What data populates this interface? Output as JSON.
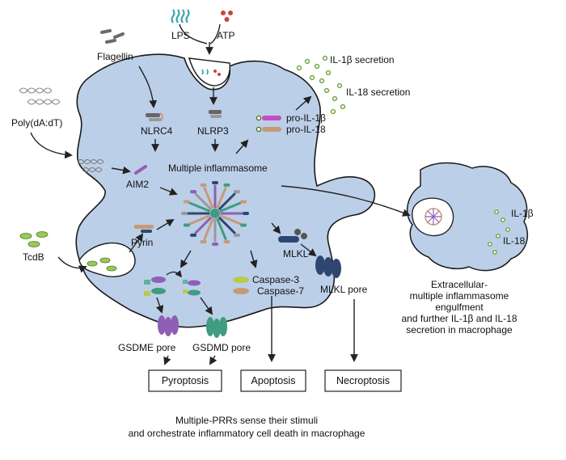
{
  "colors": {
    "cell_fill": "#bccfe8",
    "cell_stroke": "#1a1a1a",
    "vesicle_fill": "#ffffff",
    "green_particle": "#9ac85a",
    "atp_red": "#c8453a",
    "lps_teal": "#3aa6a6",
    "flagellin_gray": "#6b6b6b",
    "purple": "#8e5fb5",
    "tan": "#c79a76",
    "dark_blue": "#2f4770",
    "teal_green": "#3f9c80"
  },
  "stimuli": {
    "lps": "LPS",
    "atp": "ATP",
    "flagellin": "Flagellin",
    "poly_da_dt": "Poly(dA:dT)",
    "tcdb": "TcdB"
  },
  "sensors": {
    "nlrc4": "NLRC4",
    "nlrp3": "NLRP3",
    "aim2": "AIM2",
    "pyrin": "Pyrin"
  },
  "center": {
    "multiple_inflammasome": "Multiple inflammasome"
  },
  "cytokines": {
    "pro_il1b": "pro-IL-1β",
    "pro_il18": "pro-IL-18",
    "il1b_secretion": "IL-1β secretion",
    "il18_secretion": "IL-18 secretion"
  },
  "effectors": {
    "mlkl": "MLKL",
    "mlkl_pore": "MLKL pore",
    "caspase3": "Caspase-3",
    "caspase7": "Caspase-7",
    "gsdme_pore": "GSDME pore",
    "gsdmd_pore": "GSDMD pore"
  },
  "outcomes": {
    "pyroptosis": "Pyroptosis",
    "apoptosis": "Apoptosis",
    "necroptosis": "Necroptosis"
  },
  "second_cell": {
    "il1b": "IL-1β",
    "il18": "IL-18",
    "caption_lines": [
      "Extracellular-",
      "multiple inflammasome",
      "engulfment",
      "and further IL-1β and IL-18",
      "secretion in macrophage"
    ]
  },
  "caption": {
    "line1": "Multiple-PRRs sense their stimuli",
    "line2": "and orchestrate inflammatory cell death in macrophage"
  }
}
